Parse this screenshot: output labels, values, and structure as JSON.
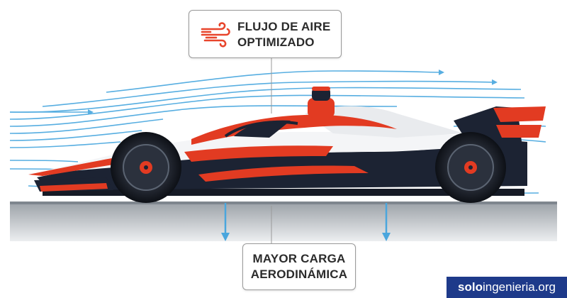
{
  "callouts": {
    "airflow": {
      "line1": "FLUJO DE AIRE",
      "line2": "OPTIMIZADO",
      "icon": "wind-icon"
    },
    "downforce": {
      "line1": "MAYOR CARGA",
      "line2": "AERODINÁMICA"
    }
  },
  "watermark": {
    "brand": "solo",
    "rest": "ingenieria.org"
  },
  "colors": {
    "airflow": "#3aa0dc",
    "downforce": "#4aa6dd",
    "car_red": "#e23b22",
    "car_dark": "#1c2333",
    "car_white": "#f4f5f7",
    "icon_red": "#e8452c",
    "watermark_bg": "#1e3a8a"
  }
}
